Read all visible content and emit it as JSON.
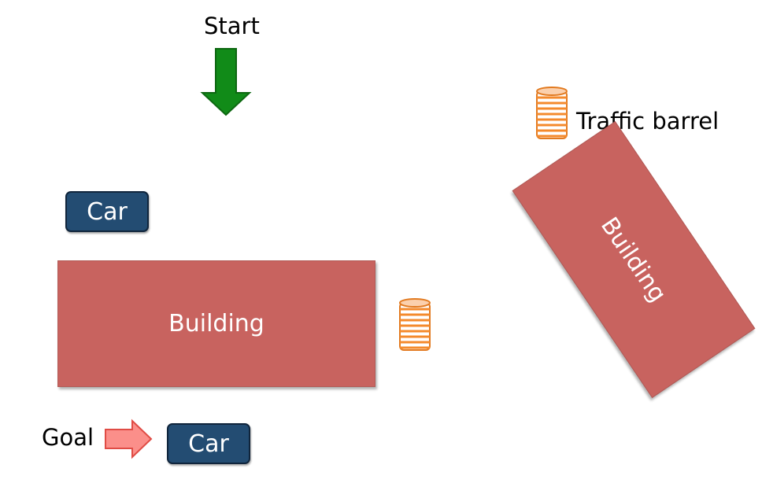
{
  "labels": {
    "start": "Start",
    "goal": "Goal",
    "traffic_barrel": "Traffic barrel"
  },
  "cars": [
    {
      "label": "Car"
    },
    {
      "label": "Car"
    }
  ],
  "buildings": [
    {
      "label": "Building"
    },
    {
      "label": "Building"
    }
  ],
  "colors": {
    "car_fill": "#234c72",
    "building_fill": "#c8635f",
    "start_arrow": "#118b18",
    "goal_arrow": "#fb8f8a",
    "barrel": "#f48a2c"
  },
  "icons": {
    "start": "down-arrow-icon",
    "goal": "right-arrow-icon",
    "barrel": "traffic-barrel-icon"
  }
}
